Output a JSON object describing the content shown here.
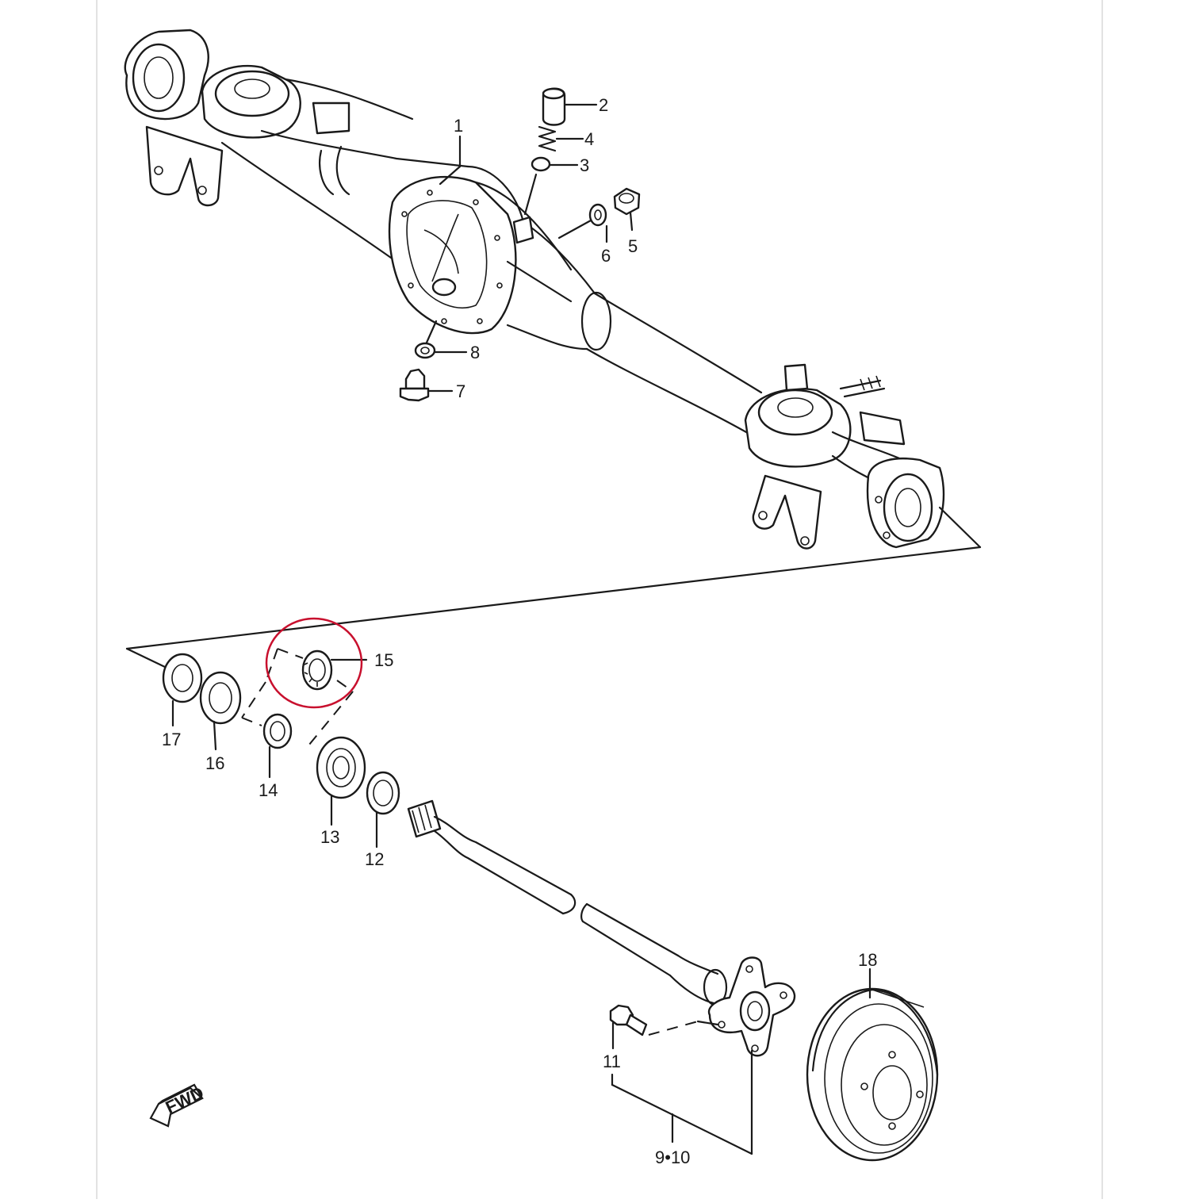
{
  "diagram": {
    "labels": {
      "l1": "1",
      "l2": "2",
      "l3": "3",
      "l4": "4",
      "l5": "5",
      "l6": "6",
      "l7": "7",
      "l8": "8",
      "l9_10": "9•10",
      "l11": "11",
      "l12": "12",
      "l13": "13",
      "l14": "14",
      "l15": "15",
      "l16": "16",
      "l17": "17",
      "l18": "18"
    },
    "fwd_badge": "FWD",
    "highlight": {
      "part": "15",
      "color": "#c8102e"
    },
    "colors": {
      "line": "#1a1a1a",
      "background": "#ffffff",
      "frame": "#dddddd"
    }
  }
}
